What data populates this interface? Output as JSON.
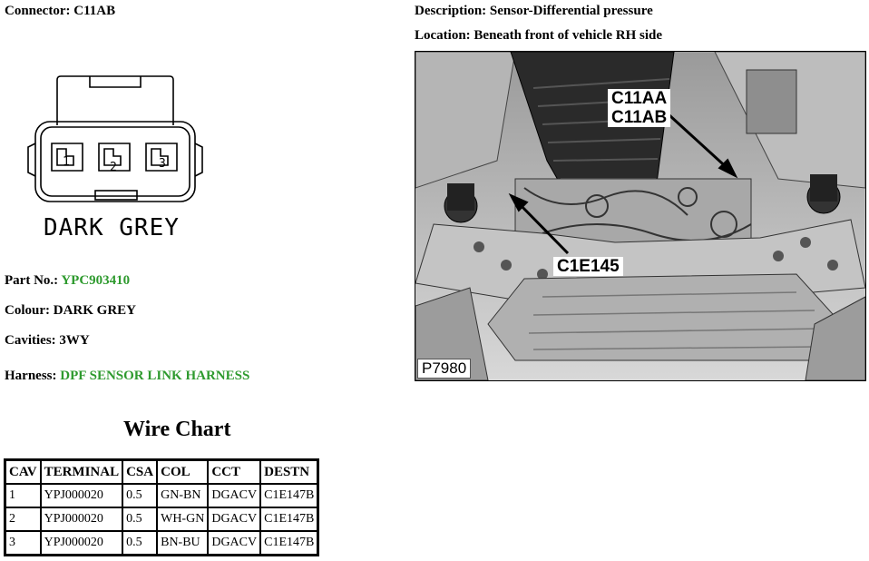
{
  "header": {
    "connector_label": "Connector: C11AB",
    "description_label": "Description: Sensor-Differential pressure",
    "location_label": "Location: Beneath front of vehicle RH side"
  },
  "connector": {
    "caption": "DARK GREY",
    "pins": [
      "1",
      "2",
      "3"
    ]
  },
  "details": {
    "part_no_label": "Part No.: ",
    "part_no_value": "YPC903410",
    "colour": "Colour: DARK GREY",
    "cavities": "Cavities: 3WY",
    "harness_label": "Harness: ",
    "harness_value": "DPF SENSOR LINK HARNESS"
  },
  "wire_chart": {
    "title": "Wire Chart",
    "headers": [
      "CAV",
      "TERMINAL",
      "CSA",
      "COL",
      "CCT",
      "DESTN"
    ],
    "rows": [
      [
        "1",
        "YPJ000020",
        "0.5",
        "GN-BN",
        "DGACV",
        "C1E147B"
      ],
      [
        "2",
        "YPJ000020",
        "0.5",
        "WH-GN",
        "DGACV",
        "C1E147B"
      ],
      [
        "3",
        "YPJ000020",
        "0.5",
        "BN-BU",
        "DGACV",
        "C1E147B"
      ]
    ]
  },
  "photo": {
    "callout_top_line1": "C11AA",
    "callout_top_line2": "C11AB",
    "callout_bottom": "C1E145",
    "reference": "P7980"
  },
  "colors": {
    "link_green": "#2e9a2e"
  }
}
